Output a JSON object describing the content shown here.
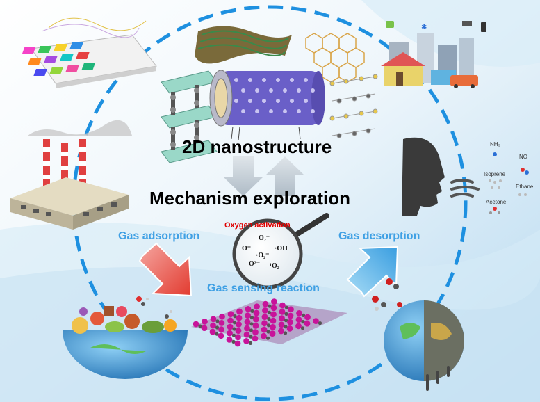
{
  "labels": {
    "nanostructure": "2D nanostructure",
    "mechanism": "Mechanism exploration",
    "gas_adsorption": "Gas adsorption",
    "gas_desorption": "Gas desorption",
    "gas_sensing_reaction": "Gas sensing reaction",
    "oxygen_activation": "Oxygen activation"
  },
  "oxygen_species": {
    "o2_minus": "O₂⁻",
    "o_minus": "O⁻",
    "oh": "·OH",
    "o2_radical": "·O₂⁻",
    "o2_2minus": "O²⁻",
    "singlet_o2": "¹O₂"
  },
  "breath_molecules": {
    "nh3": "NH₃",
    "no": "NO",
    "isoprene": "Isoprene",
    "ethane": "Ethane",
    "acetone": "Acetone"
  },
  "colors": {
    "circle_dash": "#1e90e0",
    "label_blue": "#3fa0e4",
    "oxygen_red": "#e00000",
    "lattice_magenta": "#c8139a"
  }
}
